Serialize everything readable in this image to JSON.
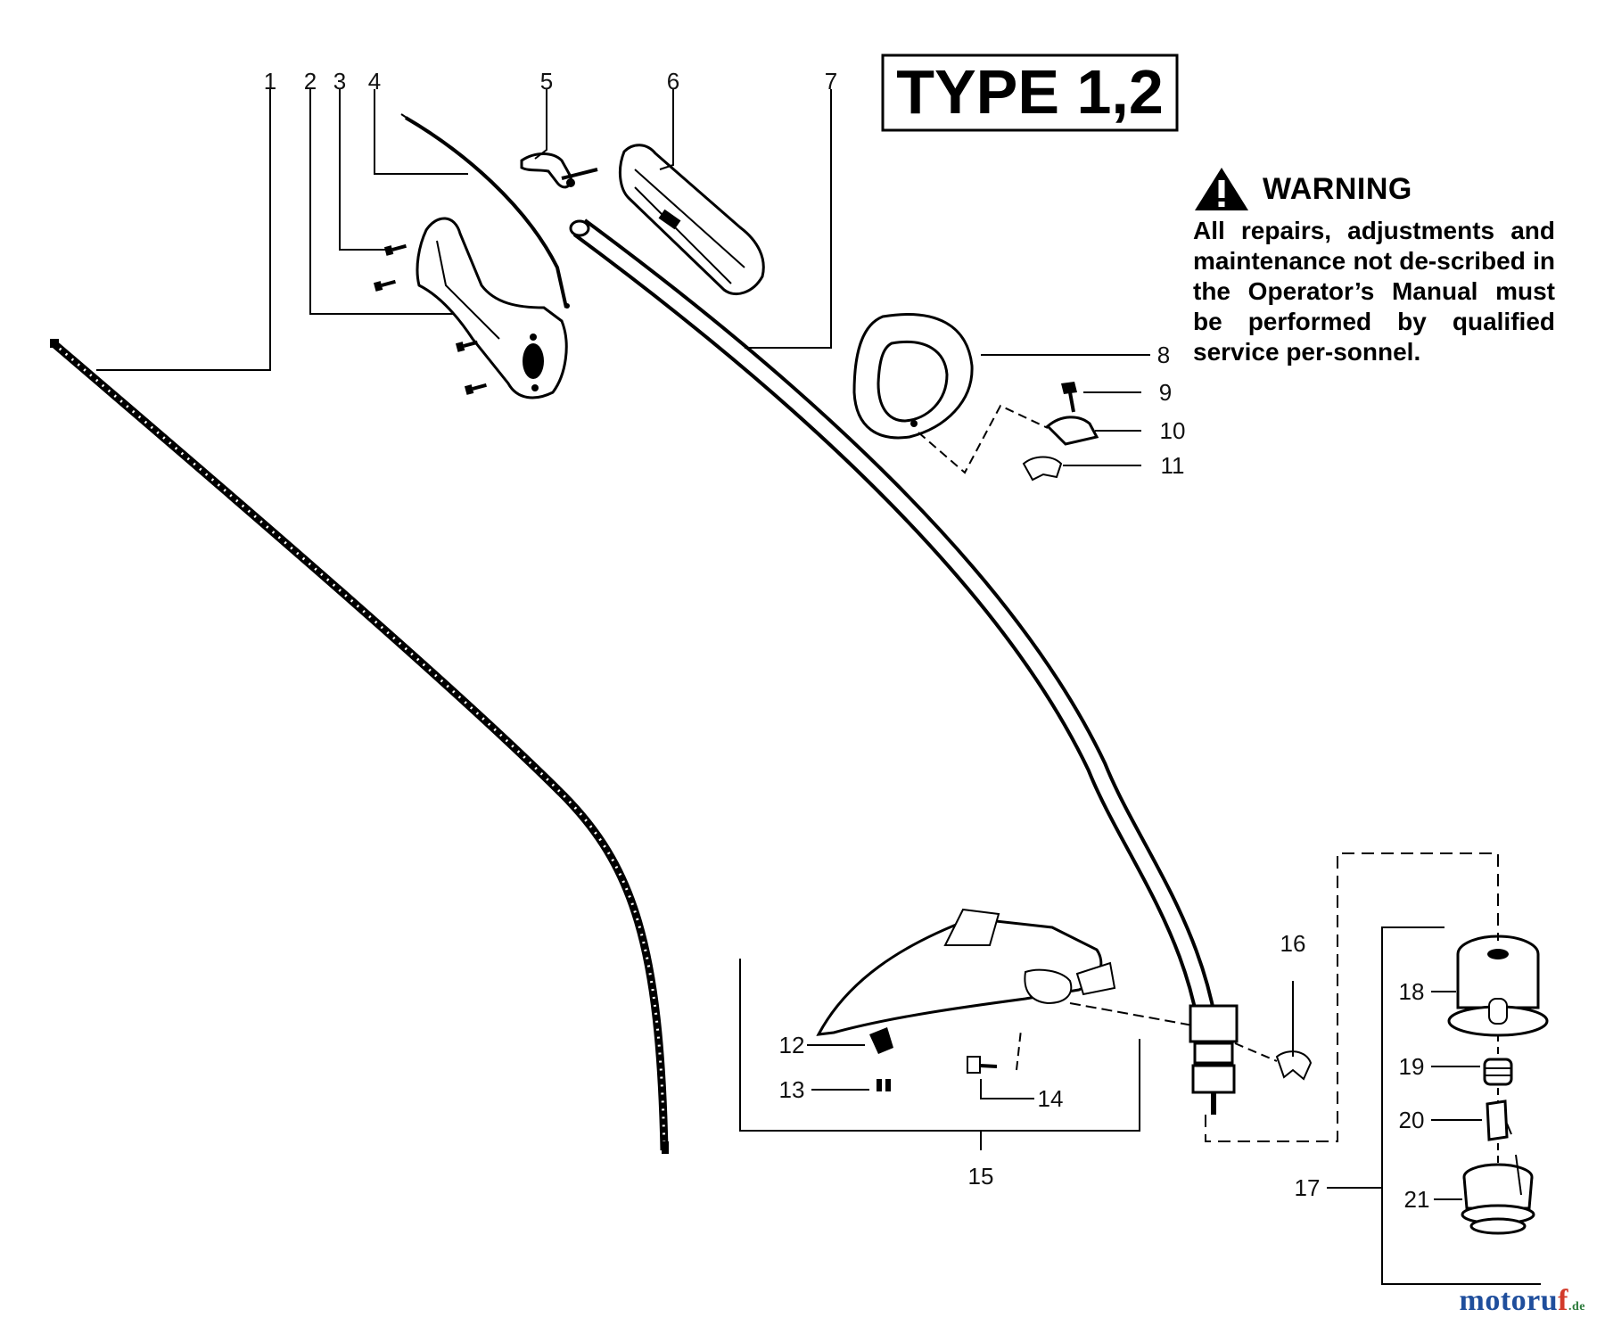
{
  "diagram": {
    "type_label": "TYPE 1,2",
    "callouts": [
      "1",
      "2",
      "3",
      "4",
      "5",
      "6",
      "7",
      "8",
      "9",
      "10",
      "11",
      "12",
      "13",
      "14",
      "15",
      "16",
      "17",
      "18",
      "19",
      "20",
      "21"
    ]
  },
  "warning": {
    "icon": "warning-triangle-icon",
    "title": "WARNING",
    "body": "All repairs, adjustments and maintenance not de-scribed in the Operator’s Manual must be performed by qualified service per-sonnel."
  },
  "watermark": {
    "main": "motoru",
    "accent": "f",
    "tld": ".de"
  },
  "colors": {
    "ink": "#000000",
    "paper": "#ffffff",
    "watermark_blue": "#1f4e9c",
    "watermark_red": "#d23a2a",
    "watermark_green": "#2a7a3a"
  }
}
